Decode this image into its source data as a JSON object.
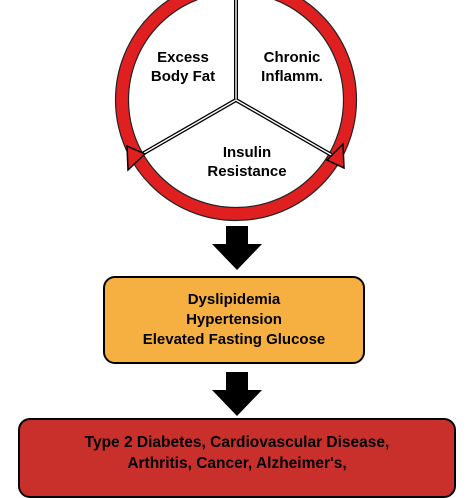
{
  "cycle": {
    "ring_color": "#e02020",
    "segments": [
      {
        "lines": [
          "Excess",
          "Body Fat"
        ]
      },
      {
        "lines": [
          "Chronic",
          "Inflamm."
        ]
      },
      {
        "lines": [
          "Insulin",
          "Resistance"
        ]
      }
    ]
  },
  "risk_factors": {
    "fill": "#f5b041",
    "lines": [
      "Dyslipidemia",
      "Hypertension",
      "Elevated Fasting Glucose"
    ]
  },
  "diseases": {
    "fill": "#c9302c",
    "lines": [
      "Type 2 Diabetes, Cardiovascular Disease,",
      "Arthritis, Cancer, Alzheimer's,"
    ]
  }
}
